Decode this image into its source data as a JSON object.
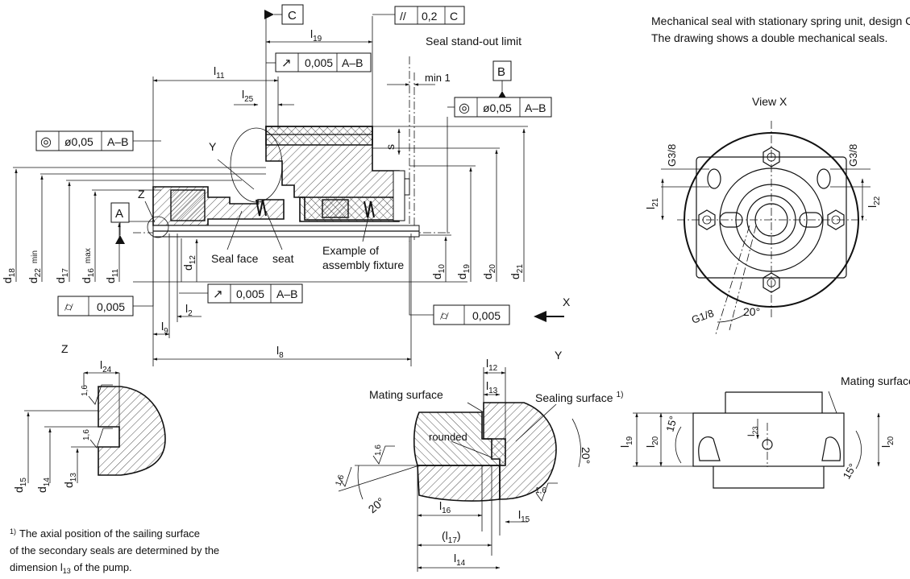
{
  "notes": {
    "description_line1": "Mechanical seal with stationary spring unit, design C.",
    "description_line2": "The drawing shows a double mechanical seals.",
    "footnote_marker": "1)",
    "footnote_line1": "The axial position of the sailing surface",
    "footnote_line2": "of the secondary seals are determined by the",
    "footnote_line3_prefix": "dimension ",
    "footnote_line3_sub_base": "l",
    "footnote_line3_sub": "13",
    "footnote_line3_suffix": " of the pump."
  },
  "labels": {
    "seal_standout": "Seal stand-out limit",
    "min1": "min 1",
    "seal_face": "Seal face",
    "seat": "seat",
    "example_line1": "Example of",
    "example_line2": "assembly fixture",
    "view_x": "View  X",
    "arrow_x": "X",
    "view_z": "Z",
    "view_y": "Y",
    "detail_z_marker": "Z",
    "detail_y_marker": "Y",
    "mating_surface_left": "Mating surface",
    "mating_surface_right": "Mating surface",
    "sealing_surface": "Sealing surface",
    "sealing_sup": "1)",
    "rounded": "rounded",
    "datum_a": "A",
    "datum_b": "B",
    "datum_c": "C",
    "g38_left": "G3/8",
    "g38_right": "G3/8",
    "g18": "G1/8",
    "angle_20_view": "20°",
    "angle_20_y_right": "20°",
    "angle_20_y_left": "20°",
    "angle_15_left": "15°",
    "angle_15_right": "15°",
    "roughness": "1,6"
  },
  "tolerances": {
    "coax_left": {
      "symbol": "◎",
      "value": "ø0,05",
      "datum": "A–B"
    },
    "coax_right": {
      "symbol": "◎",
      "value": "ø0,05",
      "datum": "A–B"
    },
    "runout_top": {
      "symbol": "↗",
      "value": "0,005",
      "datum": "A–B"
    },
    "runout_bottom": {
      "symbol": "↗",
      "value": "0,005",
      "datum": "A–B"
    },
    "parallel": {
      "symbol": "//",
      "value": "0,2",
      "datum": "C"
    },
    "flat_left": {
      "symbol": "⌭",
      "value": "0,005"
    },
    "flat_right": {
      "symbol": "⌭",
      "value": "0,005"
    }
  },
  "dimensions": {
    "l_base": "l",
    "d_base": "d",
    "l19": "19",
    "l11": "11",
    "l25": "25",
    "s": "s",
    "l2": "2",
    "l9": "9",
    "l8": "8",
    "l24": "24",
    "l12": "12",
    "l13": "13",
    "l14": "14",
    "l15": "15",
    "l16": "16",
    "l17": "17",
    "l21": "21",
    "l22": "22",
    "l23": "23",
    "l19b": "19",
    "l20": "20",
    "l20b": "20",
    "d18": "18",
    "d22": "22",
    "d22_note": "min",
    "d17": "17",
    "d16": "16",
    "d16_note": "max",
    "d11": "11",
    "d12": "12",
    "d10": "10",
    "d19": "19",
    "d20": "20",
    "d21": "21",
    "d15": "15",
    "d14": "14",
    "d13": "13",
    "paren_open": "(",
    "paren_close": ")"
  }
}
